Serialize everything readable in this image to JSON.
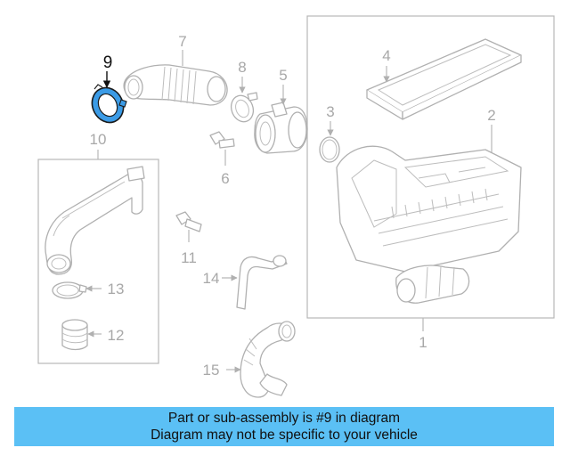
{
  "callouts": {
    "c1": "1",
    "c2": "2",
    "c3": "3",
    "c4": "4",
    "c5": "5",
    "c6": "6",
    "c7": "7",
    "c8": "8",
    "c9": "9",
    "c10": "10",
    "c11": "11",
    "c12": "12",
    "c13": "13",
    "c14": "14",
    "c15": "15"
  },
  "highlight": {
    "part": "9",
    "color": "#3b9be6"
  },
  "banner": {
    "line1": "Part or sub-assembly is #9 in diagram",
    "line2": "Diagram may not be specific to your vehicle",
    "color": "#5bc0f5"
  }
}
